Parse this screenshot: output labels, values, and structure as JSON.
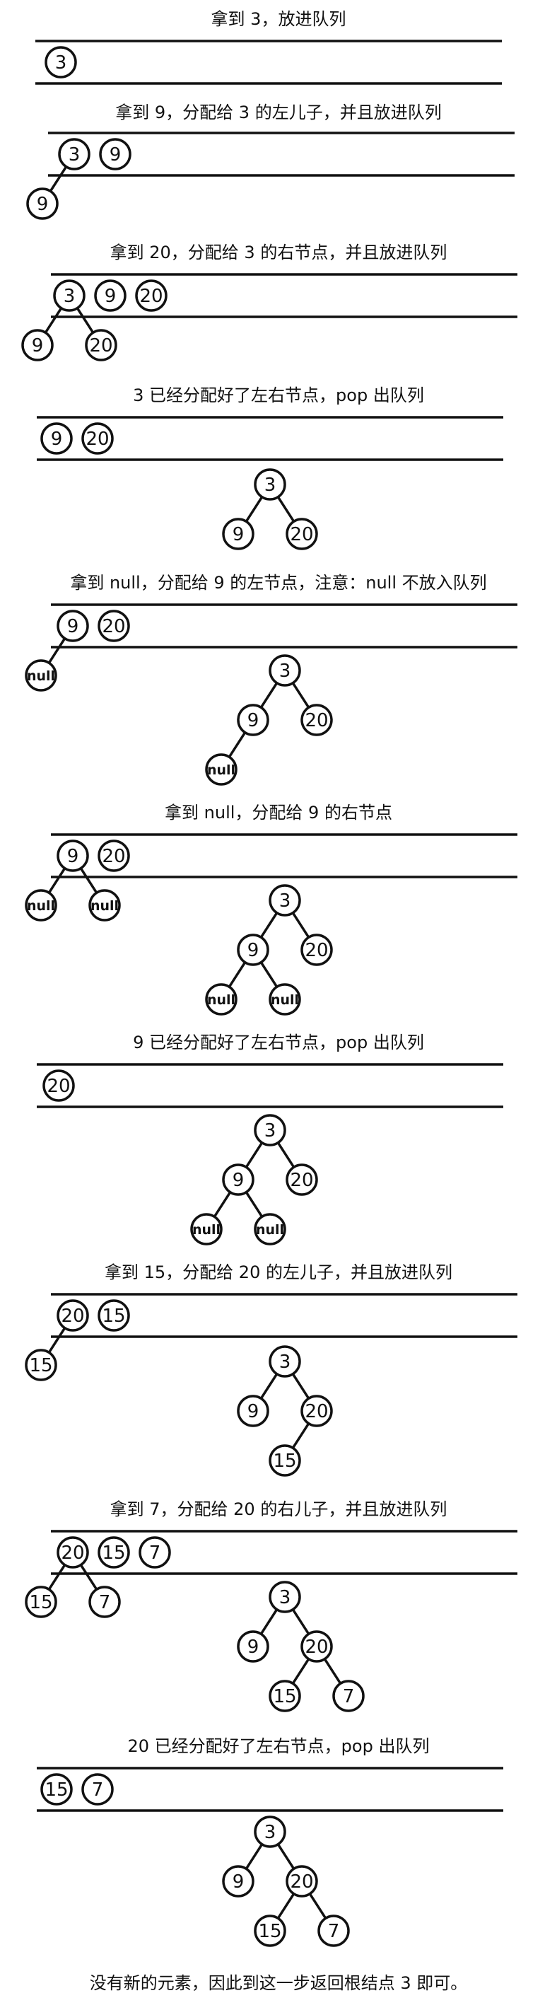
{
  "steps": [
    {
      "caption": "拿到 3，放进队列",
      "queue": [
        "3"
      ],
      "queueTree": null,
      "tree": null
    },
    {
      "caption": "拿到 9，分配给 3 的左儿子，并且放进队列",
      "queue": [
        "3",
        "9"
      ],
      "queueTree": {
        "v": "3",
        "l": {
          "v": "9"
        }
      },
      "tree": null
    },
    {
      "caption": "拿到 20，分配给 3 的右节点，并且放进队列",
      "queue": [
        "3",
        "9",
        "20"
      ],
      "queueTree": {
        "v": "3",
        "l": {
          "v": "9"
        },
        "r": {
          "v": "20"
        }
      },
      "tree": null
    },
    {
      "caption": "3 已经分配好了左右节点，pop 出队列",
      "queue": [
        "9",
        "20"
      ],
      "queueTree": null,
      "tree": {
        "v": "3",
        "l": {
          "v": "9"
        },
        "r": {
          "v": "20"
        }
      }
    },
    {
      "caption": "拿到 null，分配给 9 的左节点，注意：null 不放入队列",
      "queue": [
        "9",
        "20"
      ],
      "queueTree": {
        "v": "9",
        "l": {
          "v": "null"
        }
      },
      "tree": {
        "v": "3",
        "l": {
          "v": "9",
          "l": {
            "v": "null"
          }
        },
        "r": {
          "v": "20"
        }
      }
    },
    {
      "caption": "拿到 null，分配给 9 的右节点",
      "queue": [
        "9",
        "20"
      ],
      "queueTree": {
        "v": "9",
        "l": {
          "v": "null"
        },
        "r": {
          "v": "null"
        }
      },
      "tree": {
        "v": "3",
        "l": {
          "v": "9",
          "l": {
            "v": "null"
          },
          "r": {
            "v": "null"
          }
        },
        "r": {
          "v": "20"
        }
      }
    },
    {
      "caption": "9 已经分配好了左右节点，pop 出队列",
      "queue": [
        "20"
      ],
      "queueTree": null,
      "tree": {
        "v": "3",
        "l": {
          "v": "9",
          "l": {
            "v": "null"
          },
          "r": {
            "v": "null"
          }
        },
        "r": {
          "v": "20"
        }
      }
    },
    {
      "caption": "拿到 15，分配给 20 的左儿子，并且放进队列",
      "queue": [
        "20",
        "15"
      ],
      "queueTree": {
        "v": "20",
        "l": {
          "v": "15"
        }
      },
      "tree": {
        "v": "3",
        "l": {
          "v": "9"
        },
        "r": {
          "v": "20",
          "l": {
            "v": "15"
          }
        }
      }
    },
    {
      "caption": "拿到 7，分配给 20 的右儿子，并且放进队列",
      "queue": [
        "20",
        "15",
        "7"
      ],
      "queueTree": {
        "v": "20",
        "l": {
          "v": "15"
        },
        "r": {
          "v": "7"
        }
      },
      "tree": {
        "v": "3",
        "l": {
          "v": "9"
        },
        "r": {
          "v": "20",
          "l": {
            "v": "15"
          },
          "r": {
            "v": "7"
          }
        }
      }
    },
    {
      "caption": "20 已经分配好了左右节点，pop 出队列",
      "queue": [
        "15",
        "7"
      ],
      "queueTree": null,
      "tree": {
        "v": "3",
        "l": {
          "v": "9"
        },
        "r": {
          "v": "20",
          "l": {
            "v": "15"
          },
          "r": {
            "v": "7"
          }
        }
      }
    }
  ],
  "footer": "没有新的元素，因此到这一步返回根结点 3 即可。"
}
